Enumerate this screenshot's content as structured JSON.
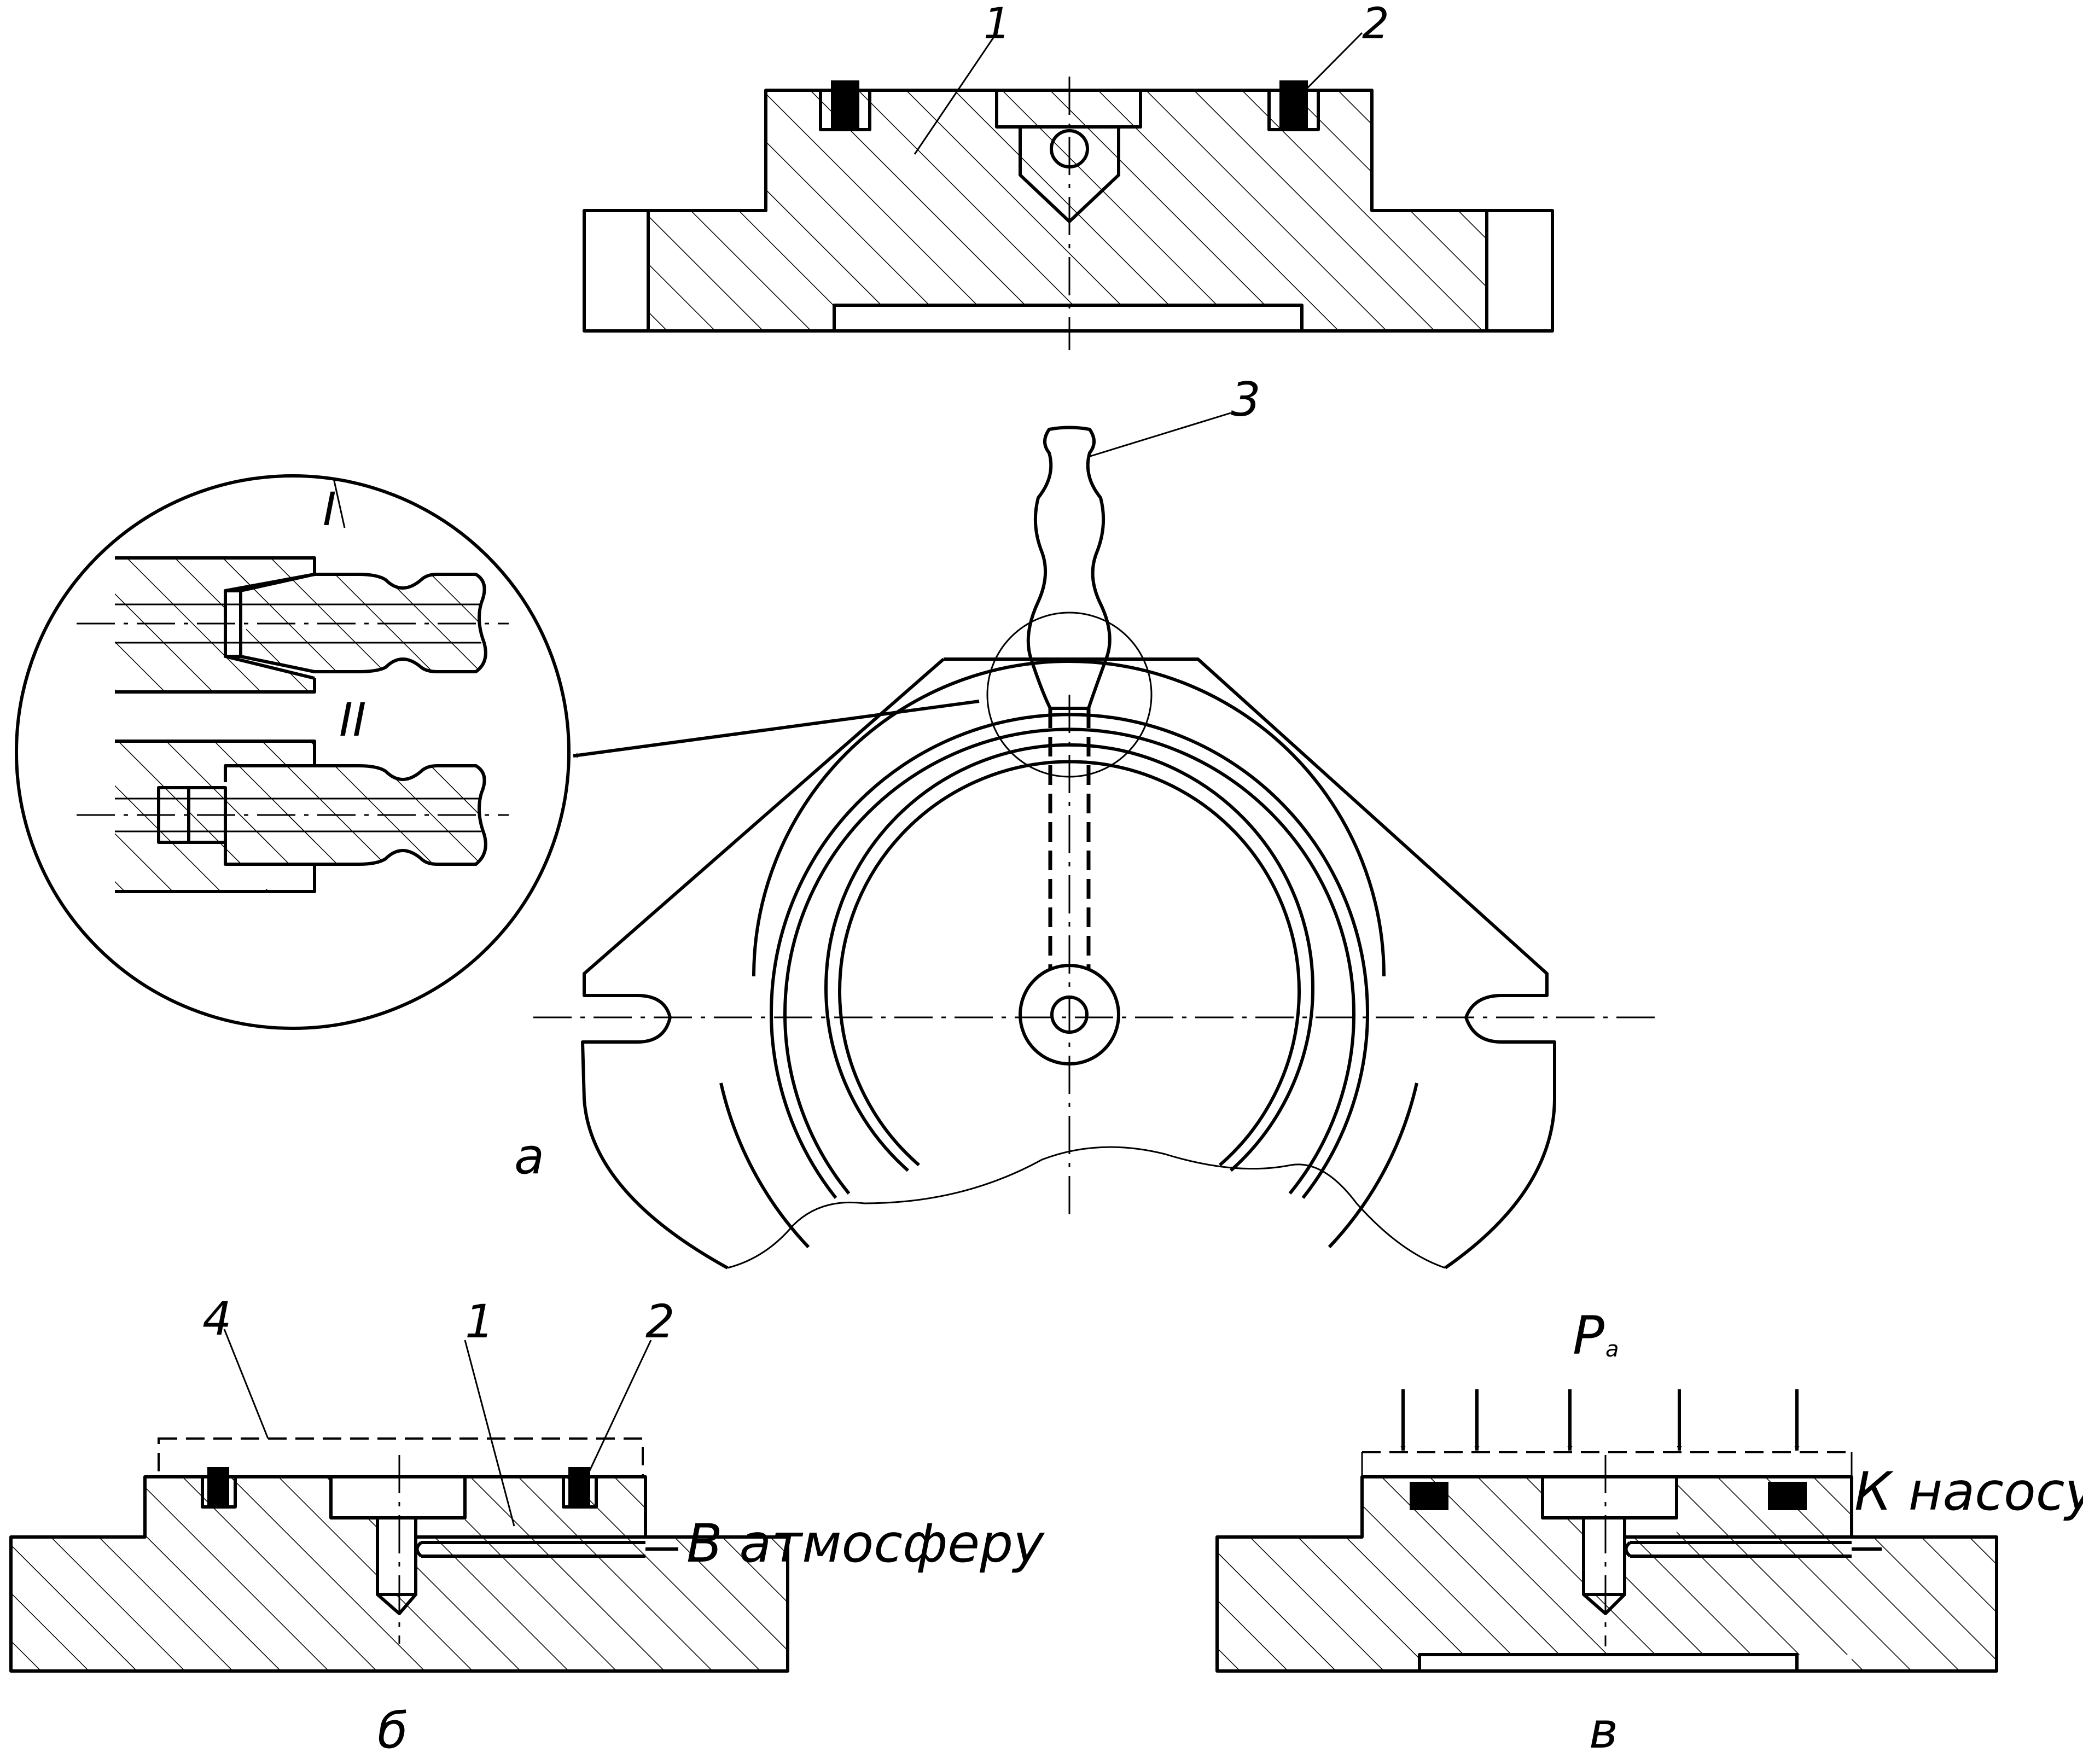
{
  "labels": {
    "item_1_top": "1",
    "item_2_top": "2",
    "item_3": "3",
    "detail_I": "I",
    "detail_II": "II",
    "view_a": "а",
    "item_4": "4",
    "item_1_b": "1",
    "item_2_b": "2",
    "to_atmosphere": "В атмосферу",
    "view_b": "б",
    "pressure_p": "P",
    "pressure_sub": "а",
    "to_pump": "К насосу",
    "view_v": "в"
  }
}
